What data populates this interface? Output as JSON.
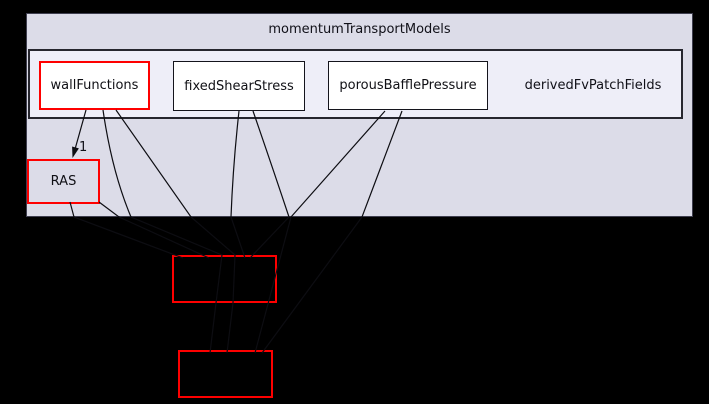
{
  "graph": {
    "background_color": "#000000",
    "outer_cluster": {
      "label": "momentumTransportModels",
      "fill_color": "#dcdce8",
      "border_color": "#3f3f4f"
    },
    "inner_cluster": {
      "label": "derivedFvPatchFields",
      "fill_color": "#eeeef8",
      "border_color": "#26262e"
    },
    "nodes": [
      {
        "id": "wallFunctions",
        "label": "wallFunctions",
        "border_color": "#fe0000",
        "fill_color": "#ffffff"
      },
      {
        "id": "fixedShearStress",
        "label": "fixedShearStress",
        "border_color": "#14141c",
        "fill_color": "#ffffff"
      },
      {
        "id": "porousBafflePressure",
        "label": "porousBafflePressure",
        "border_color": "#14141c",
        "fill_color": "#ffffff"
      },
      {
        "id": "RAS",
        "label": "RAS",
        "border_color": "#fe0000",
        "fill_color": "transparent"
      },
      {
        "id": "external-1",
        "label": "",
        "border_color": "#fe0000",
        "fill_color": "transparent"
      },
      {
        "id": "external-2",
        "label": "",
        "border_color": "#fe0000",
        "fill_color": "transparent"
      }
    ],
    "edges": [
      {
        "from": "wallFunctions",
        "to": "RAS",
        "label": "1"
      }
    ],
    "edge_color": "#0d0d12"
  }
}
